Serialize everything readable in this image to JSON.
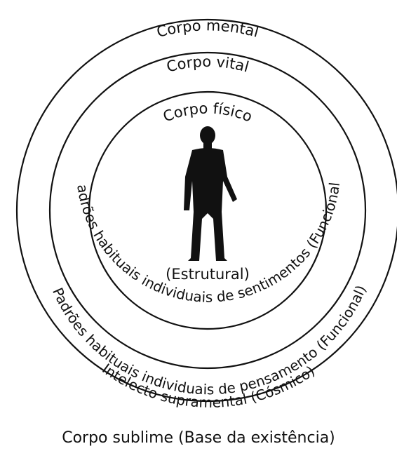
{
  "diagram": {
    "outer_circle_label": "Corpo mental",
    "middle_circle_label": "Corpo vital",
    "inner_circle_label": "Corpo físico",
    "inner_bottom_label": "(Estrutural)",
    "vital_arc_label": "Padrões habituais individuais de sentimentos (Funcional)",
    "mental_arc_label": "Padrões habituais individuais de pensamento (Funcional)",
    "outer_arc_label": "Intelecto supramental (Cósmico)",
    "caption": "Corpo sublime (Base da existência)",
    "figure_icon": "human-silhouette-icon"
  }
}
